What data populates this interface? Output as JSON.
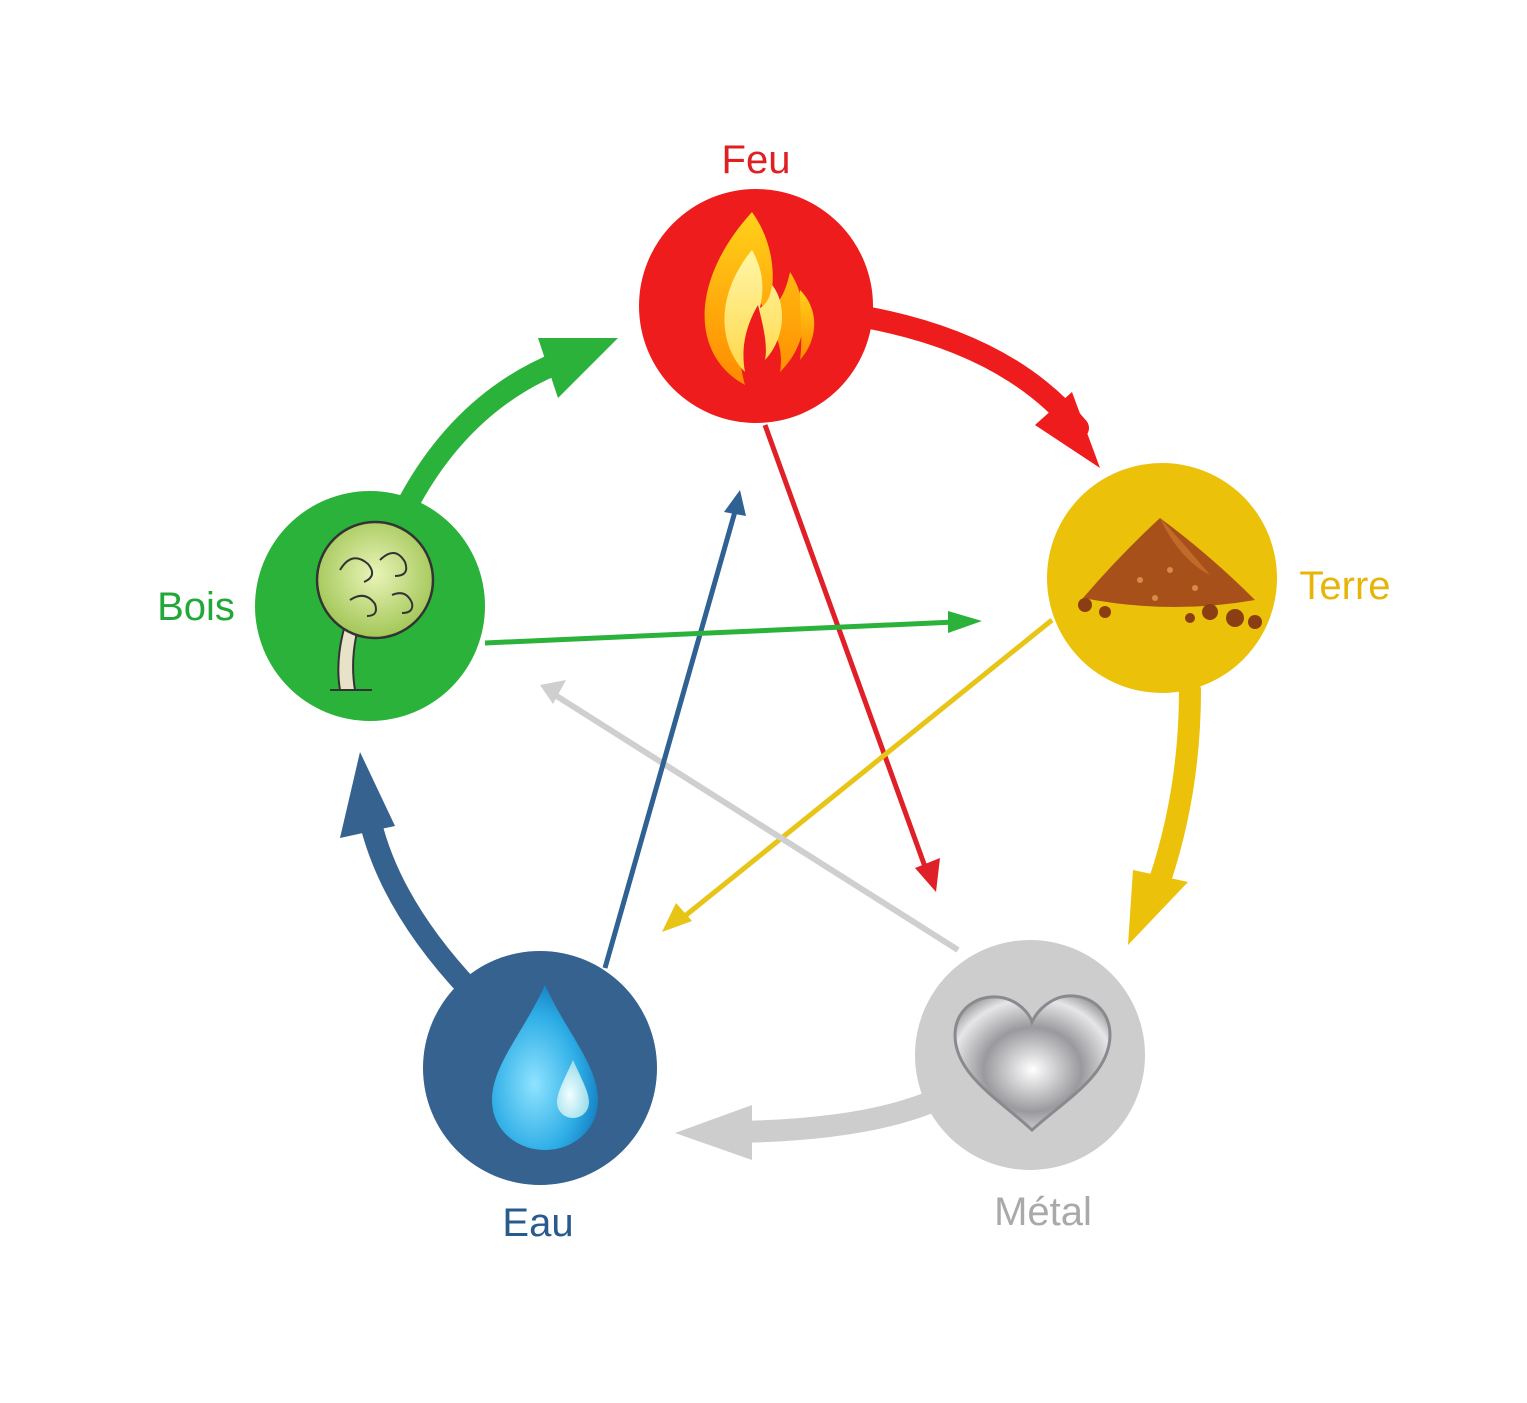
{
  "elements": [
    {
      "key": "feu",
      "label": "Feu",
      "color": "#ee1c1c",
      "label_color": "#e01f22",
      "icon": "flame-icon"
    },
    {
      "key": "terre",
      "label": "Terre",
      "color": "#ecc10a",
      "label_color": "#e7b50a",
      "icon": "earth-pile-icon"
    },
    {
      "key": "metal",
      "label": "Métal",
      "color": "#cdcdcd",
      "label_color": "#a9a9ab",
      "icon": "metal-heart-icon"
    },
    {
      "key": "eau",
      "label": "Eau",
      "color": "#35628f",
      "label_color": "#285a8e",
      "icon": "water-drop-icon"
    },
    {
      "key": "bois",
      "label": "Bois",
      "color": "#2bb23a",
      "label_color": "#22a838",
      "icon": "tree-icon"
    }
  ],
  "generating_cycle": [
    {
      "from": "feu",
      "to": "terre",
      "color": "#ee1c1c"
    },
    {
      "from": "terre",
      "to": "metal",
      "color": "#ecc10a"
    },
    {
      "from": "metal",
      "to": "eau",
      "color": "#cdcdcd"
    },
    {
      "from": "eau",
      "to": "bois",
      "color": "#35628f"
    },
    {
      "from": "bois",
      "to": "feu",
      "color": "#2bb23a"
    }
  ],
  "controlling_cycle": [
    {
      "from": "feu",
      "to": "metal",
      "color": "#e02028"
    },
    {
      "from": "terre",
      "to": "eau",
      "color": "#e8c417"
    },
    {
      "from": "metal",
      "to": "bois",
      "color": "#cfcfcf"
    },
    {
      "from": "eau",
      "to": "feu",
      "color": "#2f6193"
    },
    {
      "from": "bois",
      "to": "terre",
      "color": "#2bb23a"
    }
  ]
}
